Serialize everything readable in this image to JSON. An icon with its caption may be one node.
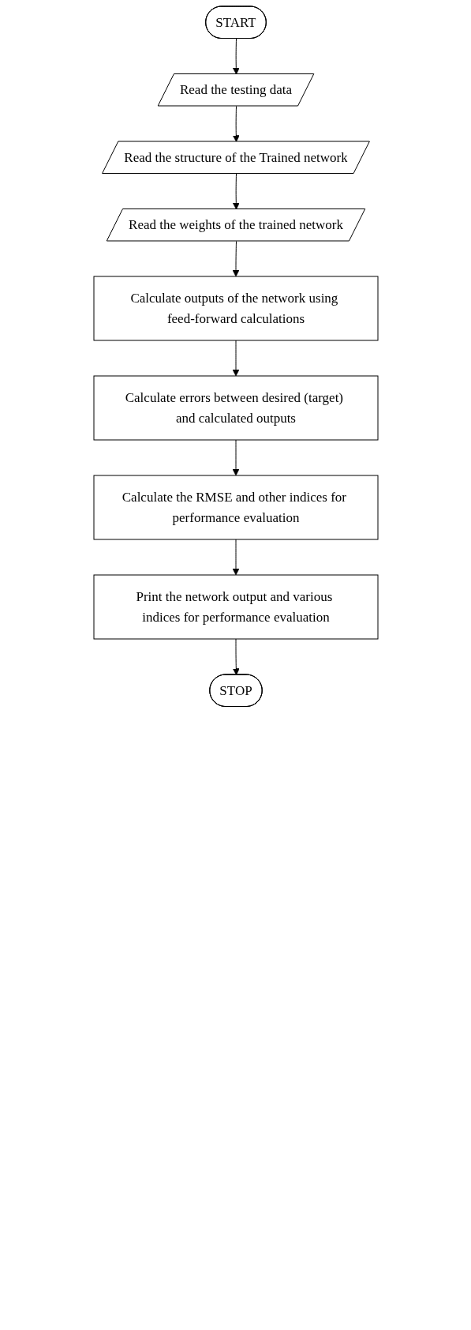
{
  "diagram": {
    "nodes": [
      {
        "text": [
          "START"
        ]
      },
      {
        "text": [
          "Read the testing data"
        ]
      },
      {
        "text": [
          "Read the structure of the Trained network"
        ]
      },
      {
        "text": [
          "Read the weights of the trained network"
        ]
      },
      {
        "text": [
          "Calculate outputs of the network using feed-forward calculations"
        ]
      },
      {
        "text": [
          "Calculate errors between desired (target) and calculated outputs"
        ]
      },
      {
        "text": [
          "Calculate the RMSE and other indices for performance evaluation"
        ]
      },
      {
        "text": [
          "Print the network output and various indices for performance evaluation"
        ]
      },
      {
        "text": [
          "STOP"
        ]
      }
    ],
    "edges": [
      {
        "from": 0,
        "to": 1,
        "arrow": "to"
      },
      {
        "from": 1,
        "to": 2,
        "arrow": "to"
      },
      {
        "from": 2,
        "to": 3,
        "arrow": "to"
      },
      {
        "from": 3,
        "to": 4,
        "arrow": "to"
      },
      {
        "from": 4,
        "to": 5,
        "arrow": "to"
      },
      {
        "from": 5,
        "to": 6,
        "arrow": "to"
      },
      {
        "from": 6,
        "to": 7,
        "arrow": "to"
      },
      {
        "from": 7,
        "to": 8,
        "arrow": "to"
      }
    ]
  }
}
